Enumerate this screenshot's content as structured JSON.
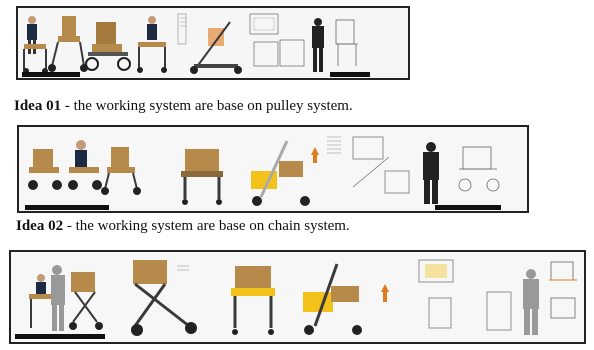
{
  "captions": [
    {
      "idea": "Idea 01",
      "text": " - the working system are base on pulley system."
    },
    {
      "idea": "Idea 02",
      "text": " - the working system are base on chain system."
    }
  ],
  "colors": {
    "seat": "#b58a4a",
    "frame": "#3a3a3a",
    "person": "#222222",
    "accent": "#e07a1e",
    "highlight": "#f2c21b",
    "label_bar": "#111111"
  }
}
